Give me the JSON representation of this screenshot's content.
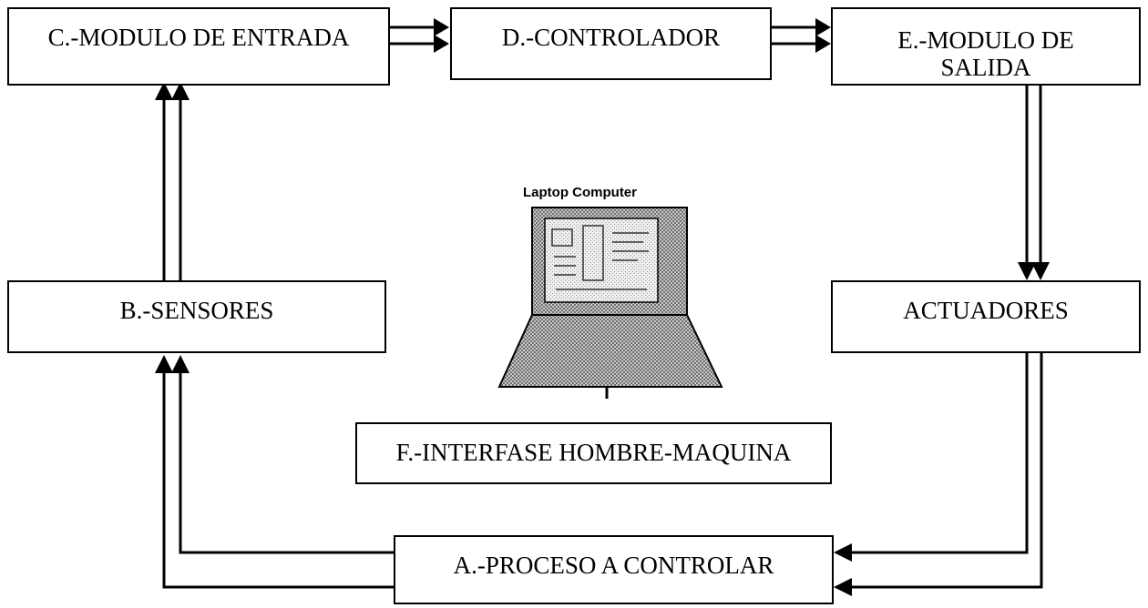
{
  "diagram": {
    "blocks": {
      "modulo_entrada": "C.-MODULO DE ENTRADA",
      "controlador": "D.-CONTROLADOR",
      "modulo_salida_line1": "E.-MODULO DE",
      "modulo_salida_line2": "SALIDA",
      "sensores": "B.-SENSORES",
      "actuadores": "ACTUADORES",
      "interfase": "F.-INTERFASE HOMBRE-MAQUINA",
      "proceso": "A.-PROCESO A CONTROLAR"
    },
    "laptop": {
      "caption": "Laptop Computer",
      "icon": "laptop-icon"
    },
    "colors": {
      "line": "#000000",
      "laptop_body": "#8a8a8a",
      "laptop_screen": "#d8d8d8"
    }
  }
}
